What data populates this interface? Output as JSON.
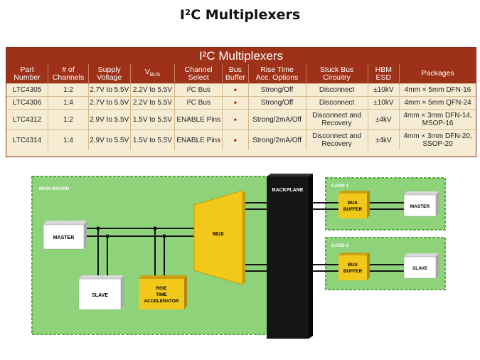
{
  "page": {
    "title": "I²C Multiplexers"
  },
  "table": {
    "title": "I²C Multiplexers",
    "headers": [
      "Part\nNumber",
      "# of\nChannels",
      "Supply\nVoltage",
      "VBUS",
      "Channel\nSelect",
      "Bus\nBuffer",
      "Rise Time\nAcc. Options",
      "Stuck Bus\nCircuitry",
      "HBM\nESD",
      "Packages"
    ],
    "rows": [
      [
        "LTC4305",
        "1:2",
        "2.7V to 5.5V",
        "2.2V to 5.5V",
        "I²C Bus",
        "•",
        "Strong/Off",
        "Disconnect",
        "±10kV",
        "4mm × 5mm DFN-16"
      ],
      [
        "LTC4306",
        "1:4",
        "2.7V to 5.5V",
        "2.2V to 5.5V",
        "I²C Bus",
        "•",
        "Strong/Off",
        "Disconnect",
        "±10kV",
        "4mm × 5mm QFN-24"
      ],
      [
        "LTC4312",
        "1:2",
        "2.9V to 5.5V",
        "1.5V to 5.5V",
        "ENABLE Pins",
        "•",
        "Strong/2mA/Off",
        "Disconnect and\nRecovery",
        "±4kV",
        "4mm × 3mm DFN-14,\nMSOP-16"
      ],
      [
        "LTC4314",
        "1:4",
        "2.9V to 5.5V",
        "1.5V to 5.5V",
        "ENABLE Pins",
        "•",
        "Strong/2mA/Off",
        "Disconnect and\nRecovery",
        "±4kV",
        "4mm × 3mm DFN-20,\nSSOP-20"
      ]
    ]
  },
  "diagram": {
    "main_board": "MAIN BOARD",
    "master": "MASTER",
    "slave": "SLAVE",
    "rise_time_accelerator": [
      "RISE",
      "TIME",
      "ACCELERATOR"
    ],
    "mux": "MUX",
    "backplane": "BACKPLANE",
    "card1": {
      "label": "CARD 1",
      "buffer": [
        "BUS",
        "BUFFER"
      ],
      "device": "MASTER"
    },
    "card2": {
      "label": "CARD 2",
      "buffer": [
        "BUS",
        "BUFFER"
      ],
      "device": "SLAVE"
    },
    "colors": {
      "board_green": "#8fd47a",
      "board_border": "#56a845",
      "accent_yellow": "#f2c81a",
      "backplane_black": "#151515",
      "table_red": "#9e3219",
      "table_cream": "#f6ecd3"
    }
  }
}
